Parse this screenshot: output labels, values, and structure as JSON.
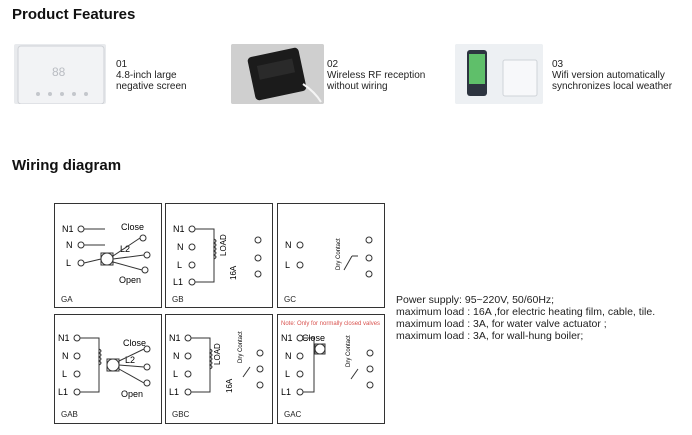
{
  "headings": {
    "product_features": "Product Features",
    "wiring_diagram": "Wiring diagram"
  },
  "features": [
    {
      "num": "01",
      "line1": "4.8-inch large",
      "line2": "negative screen"
    },
    {
      "num": "02",
      "line1": "Wireless RF reception",
      "line2": "without wiring"
    },
    {
      "num": "03",
      "line1": "Wifi version automatically",
      "line2": "synchronizes local weather"
    }
  ],
  "panels": {
    "GA": {
      "label": "GA",
      "terminals": [
        "N1",
        "N",
        "L"
      ],
      "close": "Close",
      "open": "Open",
      "l2": "L2"
    },
    "GB": {
      "label": "GB",
      "terminals": [
        "N1",
        "N",
        "L",
        "L1"
      ],
      "load": "LOAD",
      "amp": "16A"
    },
    "GC": {
      "label": "GC",
      "terminals": [
        "N",
        "L"
      ],
      "dry": "Dry Contact"
    },
    "GAB": {
      "label": "GAB",
      "terminals": [
        "N1",
        "N",
        "L",
        "L1"
      ],
      "close": "Close",
      "open": "Open",
      "l2": "L2"
    },
    "GBC": {
      "label": "GBC",
      "terminals": [
        "N1",
        "N",
        "L",
        "L1"
      ],
      "load": "LOAD",
      "amp": "16A",
      "dry": "Dry Contact"
    },
    "GAC": {
      "label": "GAC",
      "terminals": [
        "N1",
        "N",
        "L",
        "L1"
      ],
      "close": "Close",
      "dry": "Dry Contact",
      "note": "Note: Only for normally closed valves"
    }
  },
  "specs": [
    "Power supply: 95~220V, 50/60Hz;",
    "maximum load : 16A ,for electric heating film,  cable, tile.",
    "maximum load : 3A,  for water valve actuator ;",
    "maximum load : 3A,  for wall-hung boiler;"
  ],
  "colors": {
    "note": "#d9534f",
    "line": "#333333"
  }
}
